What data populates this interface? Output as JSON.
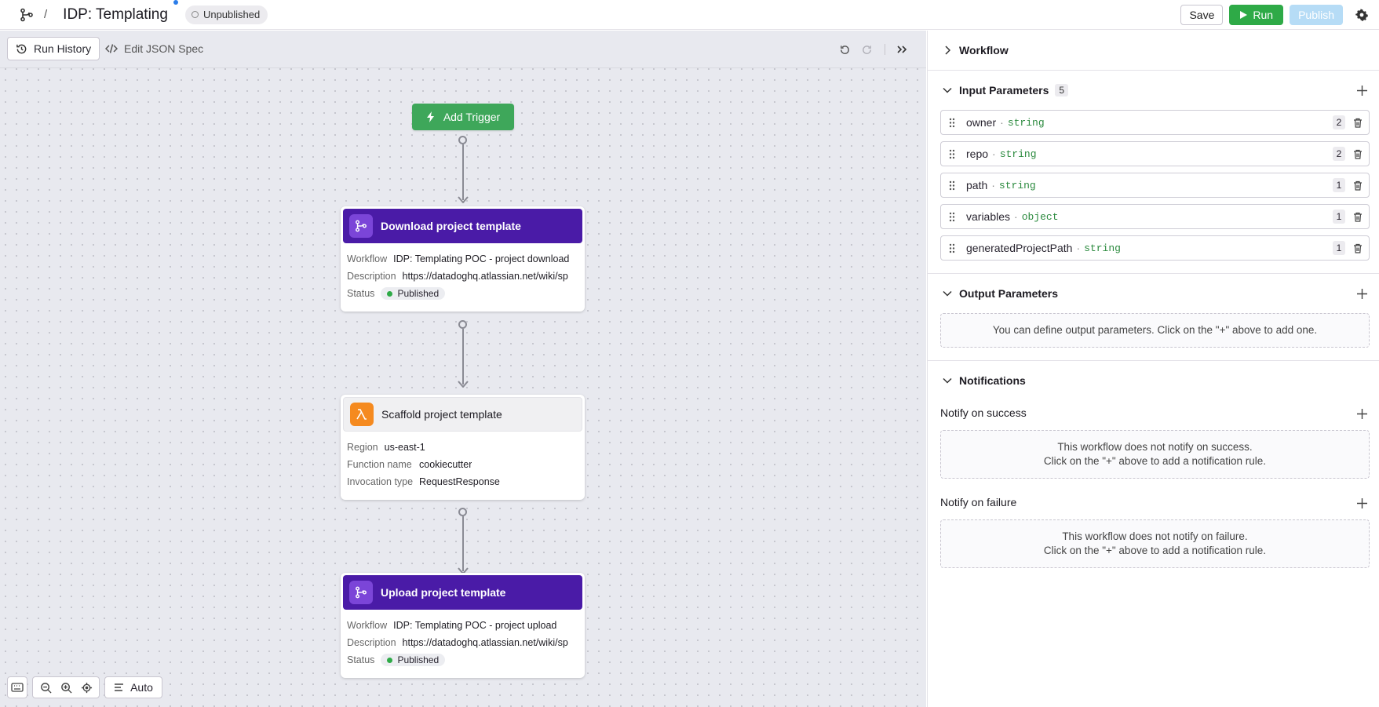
{
  "header": {
    "title": "IDP: Templating",
    "separator": "/",
    "status_badge": "Unpublished",
    "save_label": "Save",
    "run_label": "Run",
    "publish_label": "Publish"
  },
  "canvas_toolbar": {
    "run_history_label": "Run History",
    "edit_json_label": "Edit JSON Spec"
  },
  "trigger": {
    "label": "Add Trigger"
  },
  "nodes": [
    {
      "title": "Download project template",
      "icon": "workflow-icon",
      "fields": [
        {
          "key": "Workflow",
          "value": "IDP: Templating POC - project download"
        },
        {
          "key": "Description",
          "value": "https://datadoghq.atlassian.net/wiki/sp"
        }
      ],
      "status_key": "Status",
      "status": "Published"
    },
    {
      "title": "Scaffold project template",
      "icon": "lambda-icon",
      "fields": [
        {
          "key": "Region",
          "value": "us-east-1"
        },
        {
          "key": "Function name",
          "value": "cookiecutter"
        },
        {
          "key": "Invocation type",
          "value": "RequestResponse"
        }
      ]
    },
    {
      "title": "Upload project template",
      "icon": "workflow-icon",
      "fields": [
        {
          "key": "Workflow",
          "value": "IDP: Templating POC - project upload"
        },
        {
          "key": "Description",
          "value": "https://datadoghq.atlassian.net/wiki/sp"
        }
      ],
      "status_key": "Status",
      "status": "Published"
    }
  ],
  "bottom_tools": {
    "auto_label": "Auto"
  },
  "panel": {
    "workflow_label": "Workflow",
    "input_params_label": "Input Parameters",
    "input_params_count": "5",
    "input_params": [
      {
        "name": "owner",
        "type": "string",
        "uses": "2"
      },
      {
        "name": "repo",
        "type": "string",
        "uses": "2"
      },
      {
        "name": "path",
        "type": "string",
        "uses": "1"
      },
      {
        "name": "variables",
        "type": "object",
        "uses": "1"
      },
      {
        "name": "generatedProjectPath",
        "type": "string",
        "uses": "1"
      }
    ],
    "output_params_label": "Output Parameters",
    "output_params_empty": "You can define output parameters. Click on the \"+\" above to add one.",
    "notifications_label": "Notifications",
    "notify_success_label": "Notify on success",
    "notify_success_empty_1": "This workflow does not notify on success.",
    "notify_success_empty_2": "Click on the \"+\" above to add a notification rule.",
    "notify_failure_label": "Notify on failure",
    "notify_failure_empty_1": "This workflow does not notify on failure.",
    "notify_failure_empty_2": "Click on the \"+\" above to add a notification rule."
  },
  "colors": {
    "run_green": "#2eaa47",
    "publish_disabled": "#b6dcf6",
    "node_purple": "#4a1ba7",
    "lambda_orange": "#f58a1f",
    "type_green": "#2b8a3e"
  }
}
